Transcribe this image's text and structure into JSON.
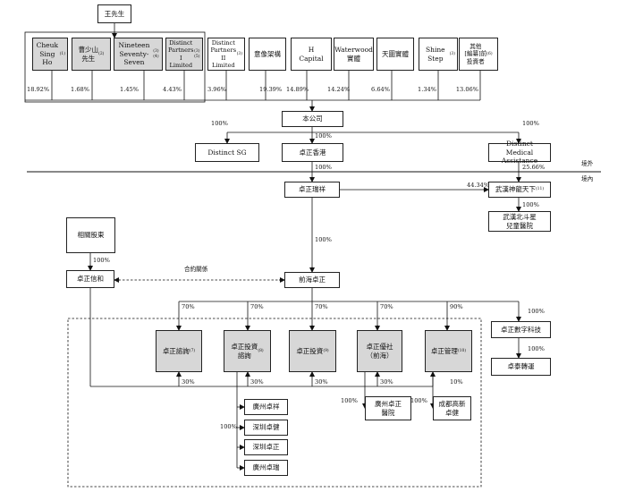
{
  "top": {
    "wang": "王先生"
  },
  "shareholders": [
    {
      "name": "Cheuk Sing\nHo",
      "sup": "(1)",
      "pct": "18.92%"
    },
    {
      "name": "曹少山\n先生",
      "sup": "(2)",
      "pct": "1.68%"
    },
    {
      "name": "Nineteen\nSeventy-Seven",
      "sup": "(3)(4)",
      "pct": "1.45%"
    },
    {
      "name": "Distinct\nPartners\nI Limited",
      "sup": "(3)(5)",
      "pct": "4.43%"
    },
    {
      "name": "Distinct\nPartners\nII Limited",
      "sup": "(3)",
      "pct": "3.96%"
    },
    {
      "name": "意像架構",
      "sup": "",
      "pct": "19.39%"
    },
    {
      "name": "H\nCapital",
      "sup": "",
      "pct": "14.89%"
    },
    {
      "name": "Waterwood\n實體",
      "sup": "",
      "pct": "14.24%"
    },
    {
      "name": "天圖實體",
      "sup": "",
      "pct": "6.64%"
    },
    {
      "name": "Shine Step",
      "sup": "(3)",
      "pct": "1.34%"
    },
    {
      "name": "其他\n[編纂]前\n投資者",
      "sup": "(6)",
      "pct": "13.06%"
    }
  ],
  "entities": {
    "company": "本公司",
    "distinct_sg": "Distinct SG",
    "hk": "卓正香港",
    "dma": "Distinct\nMedical Assistance",
    "ruixiang": "卓正瑞祥",
    "wuhan": "武漢神龍天下",
    "wuhan_sup": "(11)",
    "beidou": "武漢北斗星\n兒童醫院",
    "related": "相關股東",
    "xinhe": "卓正信和",
    "qianhai": "前海卓正",
    "zixun": "卓正諮詢",
    "zixun_sup": "(7)",
    "touzi_zixun": "卓正投資\n諮詢",
    "touzi_zixun_sup": "(8)",
    "touzi": "卓正投資",
    "touzi_sup": "(9)",
    "youshe": "卓正優社\n（前海）",
    "guanli": "卓正管理",
    "guanli_sup": "(10)",
    "shuzi": "卓正數字科技",
    "taizhuan": "卓泰轉運",
    "gz_zhuoxiang": "廣州卓祥",
    "sz_zhuojian": "深圳卓健",
    "sz_zhuozheng": "深圳卓正",
    "gz_zhuorui": "廣州卓瑞",
    "gz_clinic": "廣州卓正\n醫院",
    "cd": "成都高新\n卓健"
  },
  "labels": {
    "offshore": "境外",
    "onshore": "境內",
    "contract": "合約關係",
    "p_company_sg": "100%",
    "p_company_hk": "100%",
    "p_company_dma": "100%",
    "p_hk_rx": "100%",
    "p_dma_wuhan": "25.66%",
    "p_rx_wuhan": "44.34%",
    "p_wuhan_bd": "100%",
    "p_rx_qh": "100%",
    "p_related": "100%",
    "p_qh_zixun": "70%",
    "p_qh_tz": "70%",
    "p_qh_touzi": "70%",
    "p_qh_ys": "70%",
    "p_qh_gl": "90%",
    "p_qh_shuzi": "100%",
    "p_shuzi_tz": "100%",
    "p_x_zixun": "30%",
    "p_x_tz": "30%",
    "p_x_touzi": "30%",
    "p_x_ys": "30%",
    "p_x_gl": "10%",
    "p_tz_subs": "100%",
    "p_ys_clinic": "100%",
    "p_gl_cd": "100%"
  }
}
